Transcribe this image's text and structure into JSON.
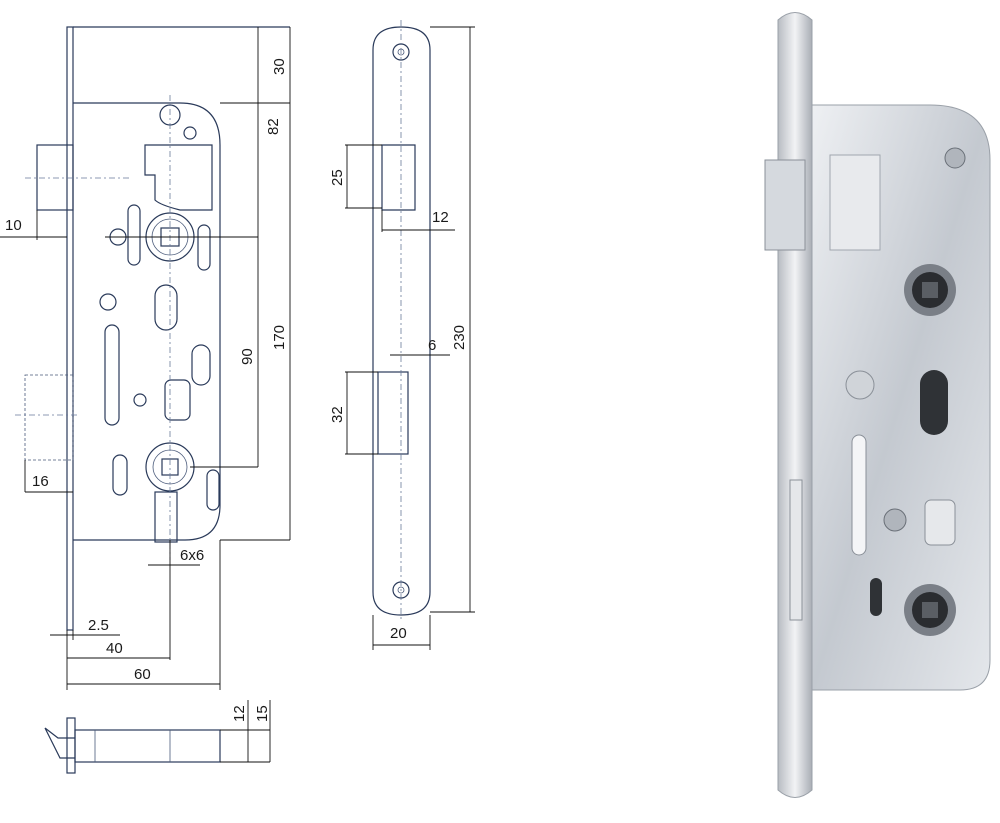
{
  "title": "Mortise lock technical drawing",
  "dimensions": {
    "backset_top": "30",
    "handle_from_top": "82",
    "latch_projection": "10",
    "case_height": "170",
    "handle_to_turn": "90",
    "bolt_projection": "16",
    "spindle": "6x6",
    "forend_thickness": "2.5",
    "backset": "40",
    "case_depth": "60",
    "bottom_12": "12",
    "bottom_15": "15",
    "latch_height": "25",
    "latch_width": "12",
    "bolt_width": "6",
    "forend_length": "230",
    "bolt_height": "32",
    "forend_width": "20"
  },
  "colors": {
    "line": "#2a3a5a",
    "metal": "#c8ccd2"
  }
}
